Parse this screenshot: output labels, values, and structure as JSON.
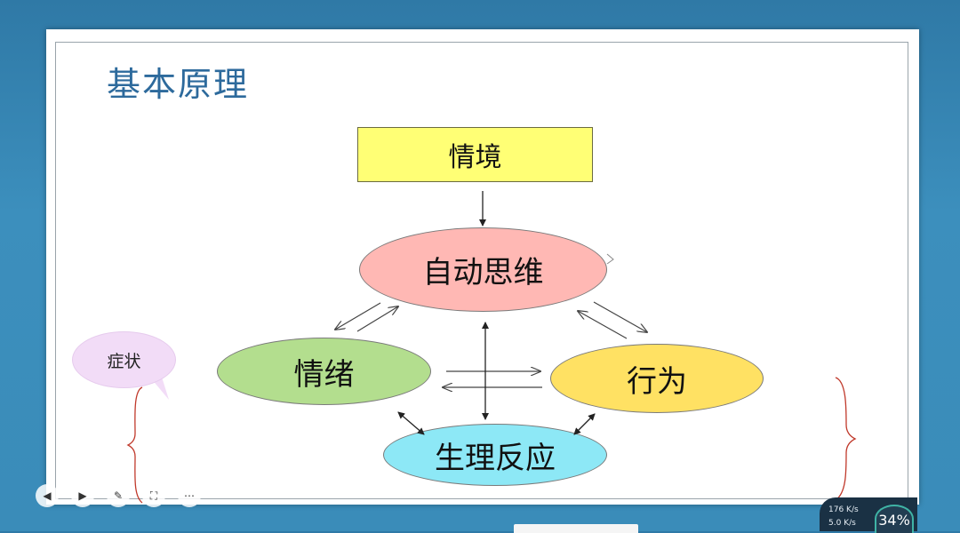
{
  "slide": {
    "title": "基本原理"
  },
  "diagram": {
    "nodes": {
      "situation": "情境",
      "automatic_thoughts": "自动思维",
      "emotion": "情绪",
      "behavior": "行为",
      "physiological": "生理反应"
    },
    "callout": "症状"
  },
  "overlay": {
    "net_up": "176 K/s",
    "net_down": "5.0 K/s",
    "battery_percent": "34%"
  },
  "colors": {
    "situation": "#ffff75",
    "automatic_thoughts": "#ffb8b4",
    "emotion": "#b3de8e",
    "behavior": "#ffe163",
    "physiological": "#8de8f6",
    "callout": "#f2dcf7",
    "title": "#2d6a9c"
  }
}
